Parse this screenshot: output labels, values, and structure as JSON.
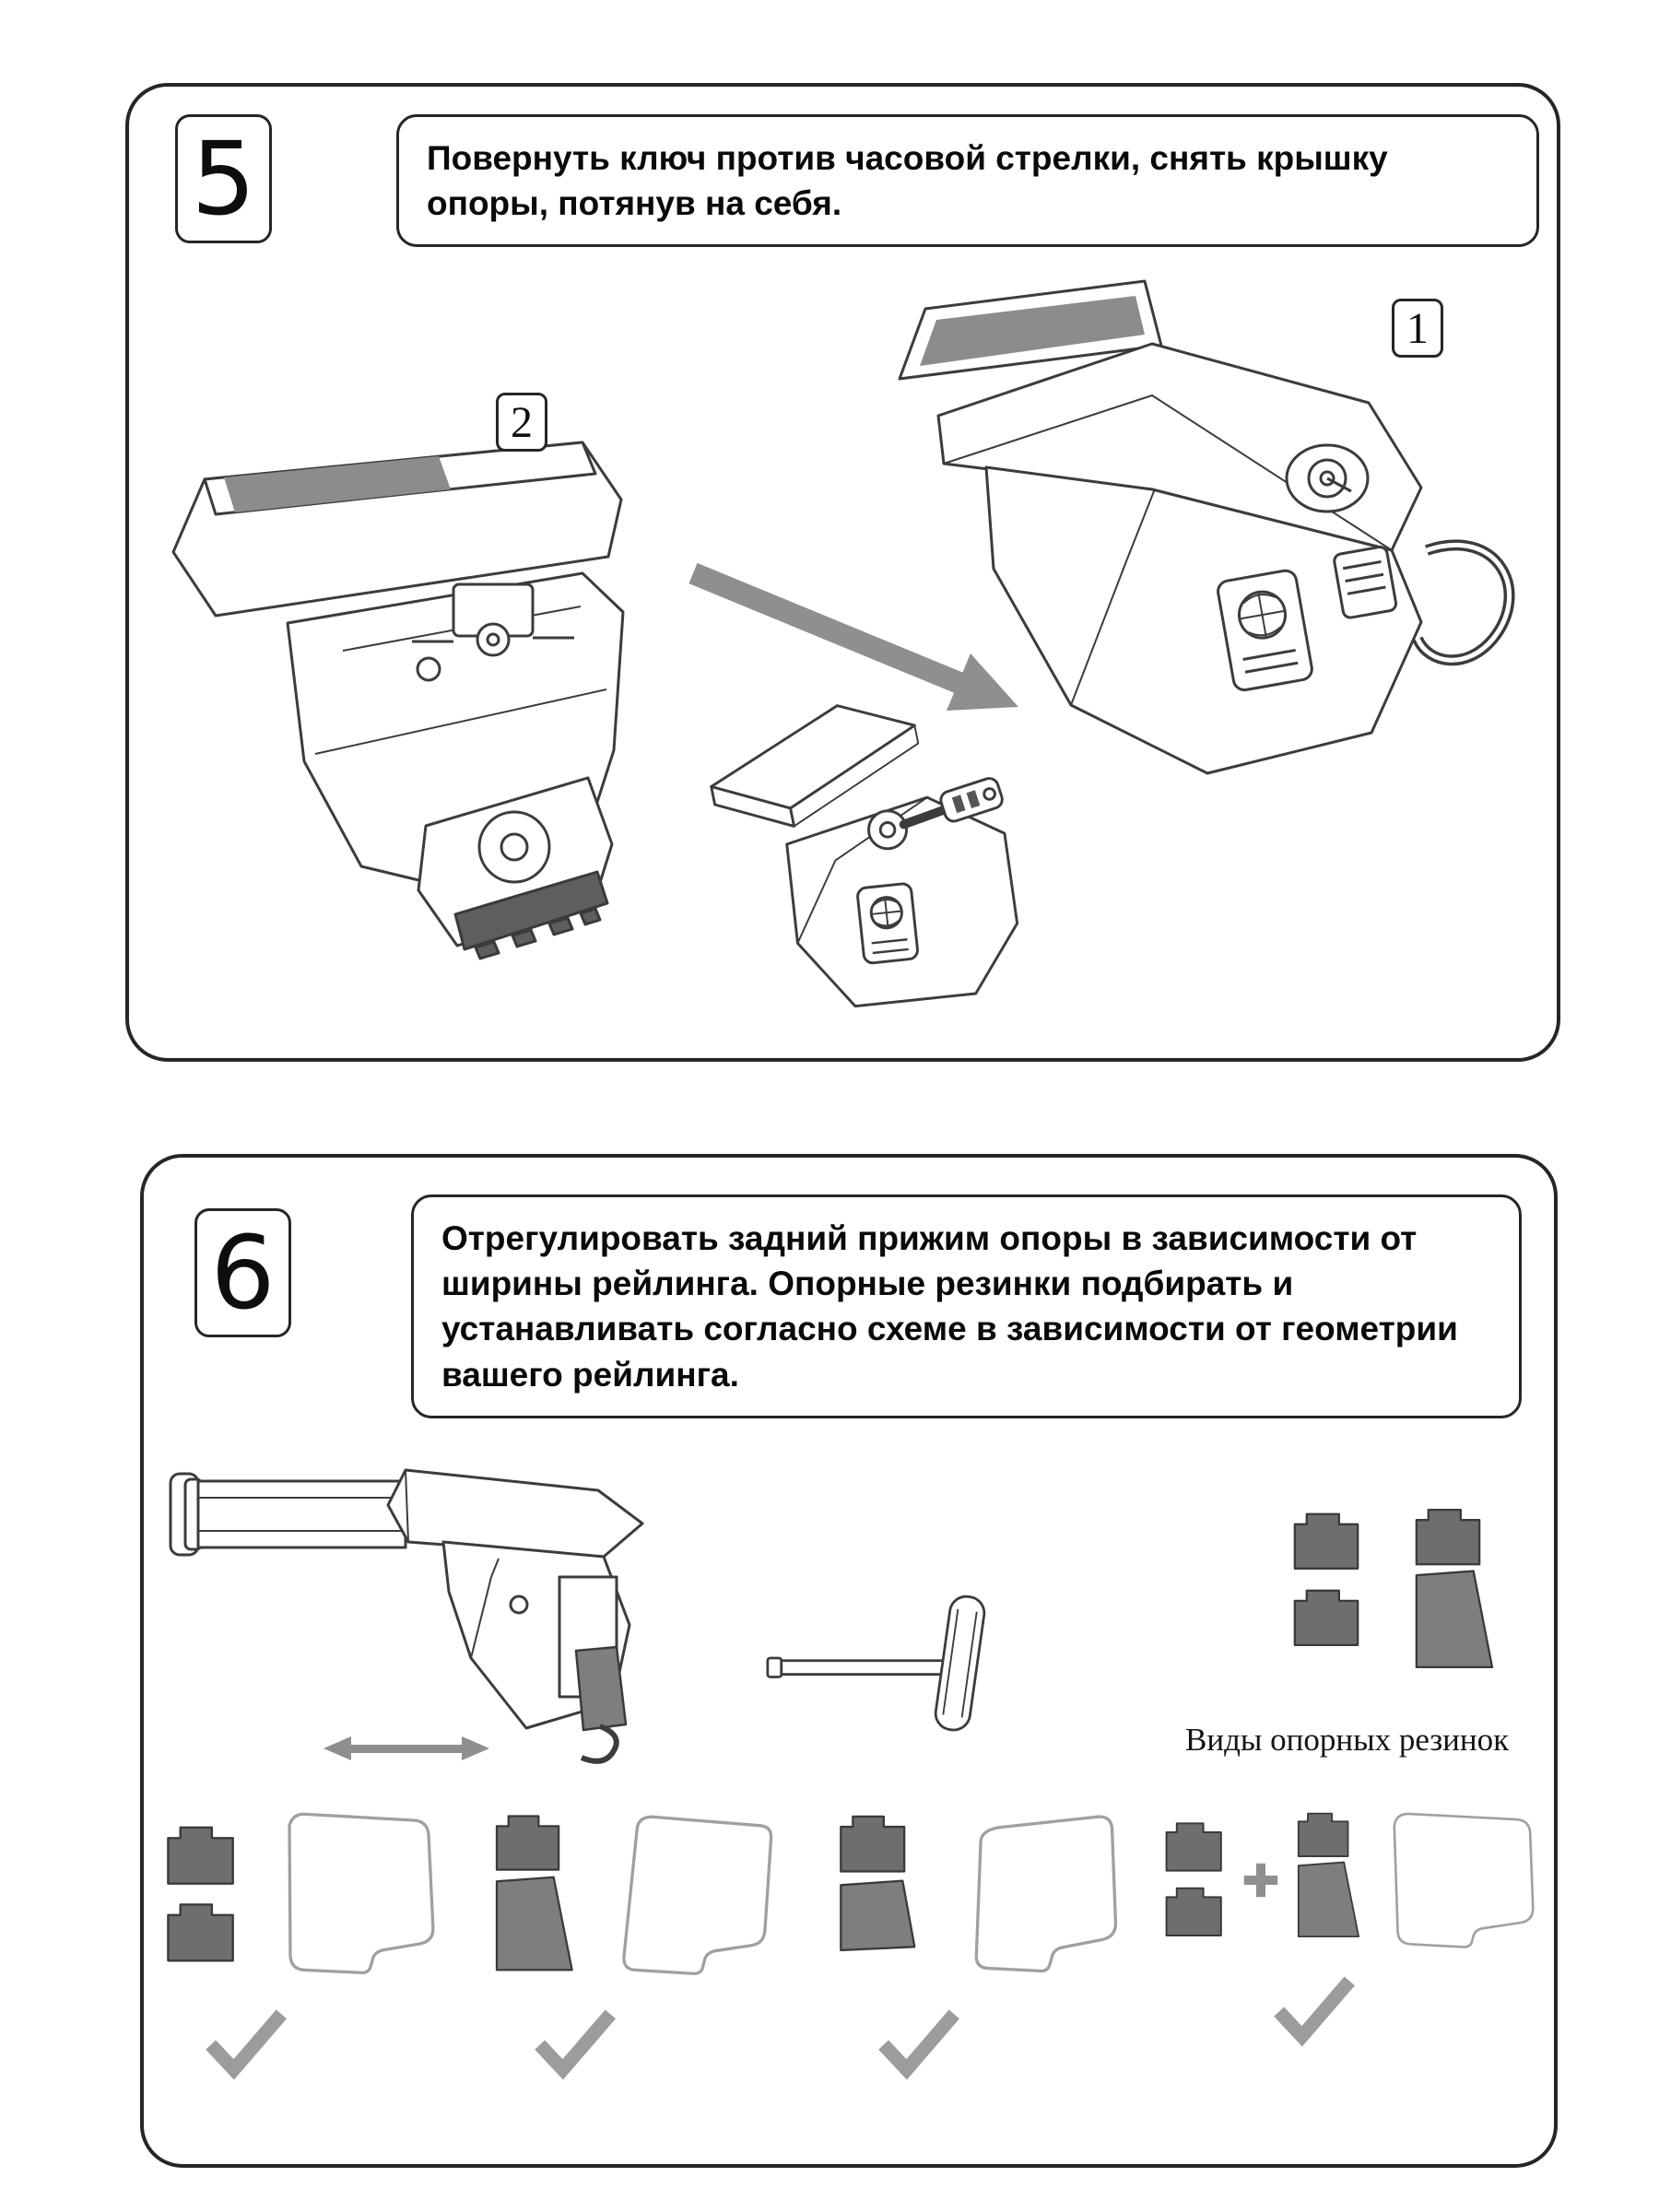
{
  "colors": {
    "ink": "#262626",
    "stripe_gray": "#8c8c8c",
    "pad_gray": "#6e6e6e",
    "pad_gray_light": "#7e7e7e",
    "arrow_gray": "#8f8f8f",
    "check_gray": "#9c9c9c"
  },
  "step5": {
    "number": "5",
    "instruction": "Повернуть ключ  против часовой стрелки, снять крышку опоры, потянув на себя.",
    "part_label_1": "1",
    "part_label_2": "2"
  },
  "step6": {
    "number": "6",
    "instruction": "Отрегулировать задний прижим опоры в зависимости от ширины рейлинга. Опорные резинки подбирать и устанавливать согласно схеме в зависимости от геометрии вашего рейлинга.",
    "pads_caption": "Виды опорных резинок"
  }
}
